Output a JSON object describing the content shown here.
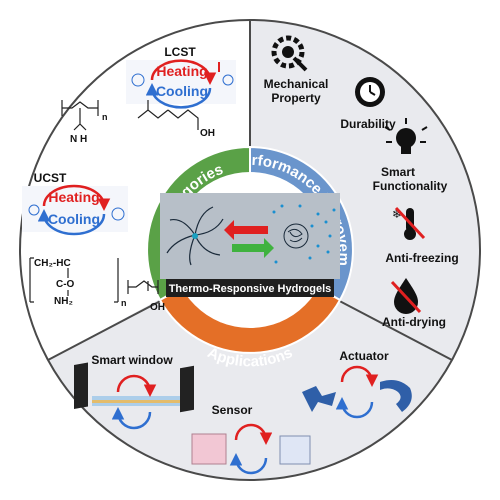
{
  "center": {
    "title": "Thermo-Responsive Hydrogels"
  },
  "ring": {
    "categories": "Categories",
    "performance": "Performance Improvement",
    "applications": "Applications"
  },
  "categories": {
    "lcst": "LCST",
    "ucst": "UCST",
    "heating": "Heating",
    "cooling": "Cooling",
    "chem_co_o": "C-O",
    "chem_nh2": "NH₂",
    "chem_chain": "CH₂-HC",
    "chem_n_h": "N H",
    "chem_oh": "OH",
    "chem_n": "n"
  },
  "performance": {
    "mechanical_1": "Mechanical",
    "mechanical_2": "Property",
    "durability": "Durability",
    "smart_1": "Smart",
    "smart_2": "Functionality",
    "antifreezing": "Anti-freezing",
    "antidrying": "Anti-drying"
  },
  "applications": {
    "smart_window": "Smart window",
    "actuator": "Actuator",
    "sensor": "Sensor"
  },
  "colors": {
    "green": "#5aa147",
    "blue": "#6a95cc",
    "orange": "#e46f27",
    "sector_bg": "#e9eaee",
    "outline": "#4a4a4a",
    "heating": "#e02020",
    "cooling": "#2f6fd0"
  },
  "icons": [
    "gear-wrench-icon",
    "clock-icon",
    "lightbulb-icon",
    "snowflake-thermometer-icon",
    "water-drop-thermometer-icon"
  ]
}
